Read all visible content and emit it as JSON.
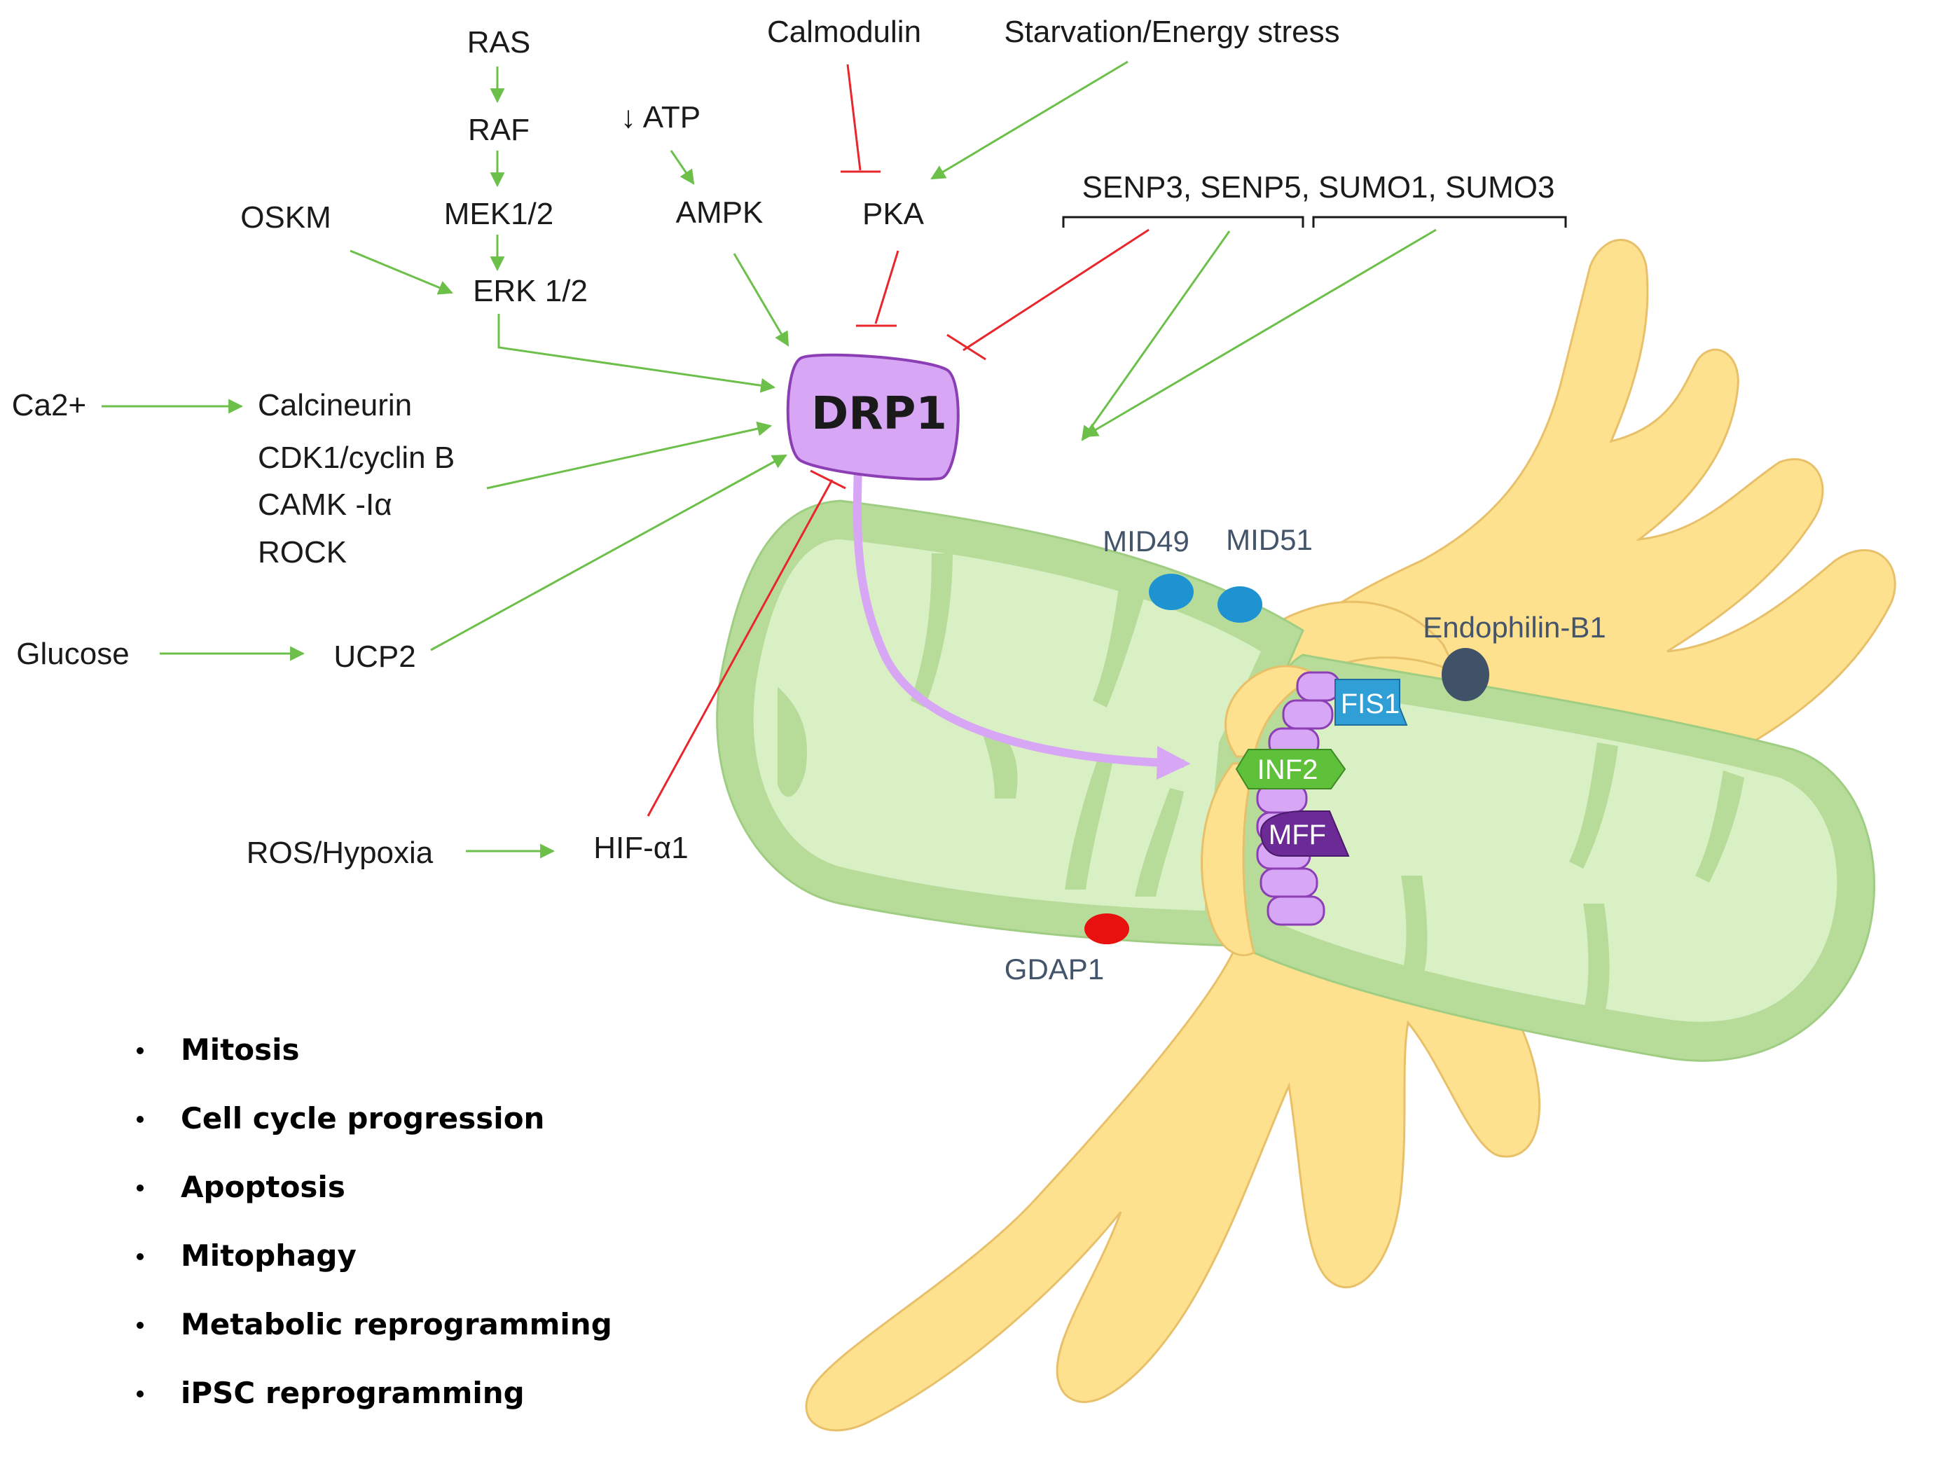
{
  "nodes": {
    "ras": "RAS",
    "raf": "RAF",
    "mek": "MEK1/2",
    "erk": "ERK 1/2",
    "oskm": "OSKM",
    "atp": "↓ ATP",
    "ampk": "AMPK",
    "calmodulin": "Calmodulin",
    "starvation": "Starvation/Energy stress",
    "pka": "PKA",
    "senp": "SENP3, SENP5, SUMO1, SUMO3",
    "ca": "Ca2+",
    "calcineurin": "Calcineurin",
    "cdk": "CDK1/cyclin B",
    "camk": "CAMK -Iα",
    "rock": "ROCK",
    "glucose": "Glucose",
    "ucp2": "UCP2",
    "ros": "ROS/Hypoxia",
    "hif": "HIF-α1",
    "drp1": "DRP1"
  },
  "mito_proteins": {
    "mid49": "MID49",
    "mid51": "MID51",
    "endophilin": "Endophilin-B1",
    "fis1": "FIS1",
    "inf2": "INF2",
    "mff": "MFF",
    "gdap1": "GDAP1"
  },
  "outcomes": [
    "Mitosis",
    "Cell cycle progression",
    "Apoptosis",
    "Mitophagy",
    "Metabolic reprogramming",
    "iPSC reprogramming"
  ],
  "colors": {
    "activation": "#6cc04a",
    "inhibition": "#e8262b",
    "drp1_fill": "#d7a6f5",
    "drp1_stroke": "#8c3fb5",
    "er_fill": "#fde18e",
    "mito_outer": "#b7dc9a",
    "mito_inner": "#d9efc4",
    "mid_blue": "#1f93d1",
    "endophilin": "#3f5268",
    "fis1": "#2f9fd6",
    "inf2": "#5fc03a",
    "mff": "#6b2a96",
    "gdap1": "#e8110f"
  }
}
